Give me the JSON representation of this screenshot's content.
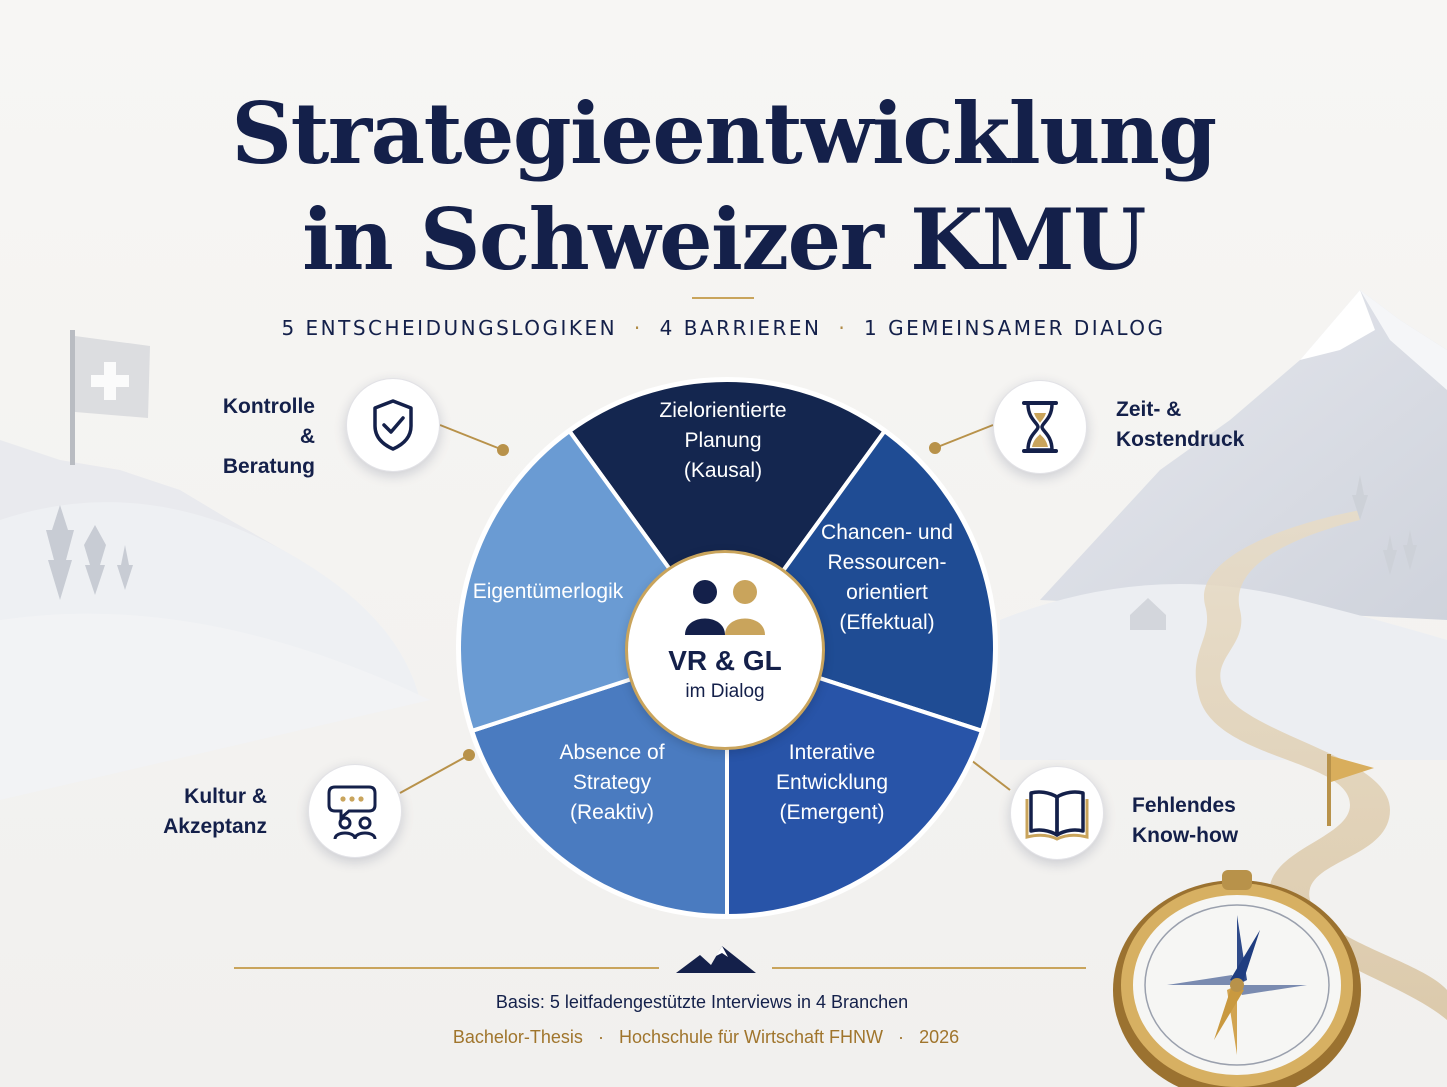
{
  "title": {
    "line1": "Strategieentwicklung",
    "line2": "in Schweizer KMU"
  },
  "subtitle": {
    "part1": "5 ENTSCHEIDUNGSLOGIKEN",
    "part2": "4 BARRIEREN",
    "part3": "1 GEMEINSAMER DIALOG",
    "separator": "·"
  },
  "barriers": [
    {
      "line1": "Kontrolle &",
      "line2": "Beratung",
      "icon": "shield-check-icon"
    },
    {
      "line1": "Zeit- &",
      "line2": "Kostendruck",
      "icon": "hourglass-icon"
    },
    {
      "line1": "Kultur &",
      "line2": "Akzeptanz",
      "icon": "chat-people-icon"
    },
    {
      "line1": "Fehlendes",
      "line2": "Know-how",
      "icon": "open-book-icon"
    }
  ],
  "wheel": {
    "segments": [
      {
        "lines": [
          "Zielorientierte",
          "Planung",
          "(Kausal)"
        ],
        "color": "#14264f"
      },
      {
        "lines": [
          "Chancen- und",
          "Ressourcen-",
          "orientiert",
          "(Effektual)"
        ],
        "color": "#1f4c94"
      },
      {
        "lines": [
          "Interative",
          "Entwicklung",
          "(Emergent)"
        ],
        "color": "#2854a8"
      },
      {
        "lines": [
          "Absence of",
          "Strategy",
          "(Reaktiv)"
        ],
        "color": "#4a7bc0"
      },
      {
        "lines": [
          "Eigentümerlogik"
        ],
        "color": "#6a9bd3"
      }
    ],
    "center": {
      "title": "VR & GL",
      "subtitle": "im Dialog",
      "icon": "two-people-icon"
    }
  },
  "footer": {
    "basis": "Basis: 5 leitfadengestützte Interviews in 4 Branchen",
    "credit_1": "Bachelor-Thesis",
    "credit_2": "Hochschule für Wirtschaft FHNW",
    "credit_3": "2026",
    "separator": "·"
  },
  "colors": {
    "navy": "#14204a",
    "gold": "#c9a45c"
  }
}
